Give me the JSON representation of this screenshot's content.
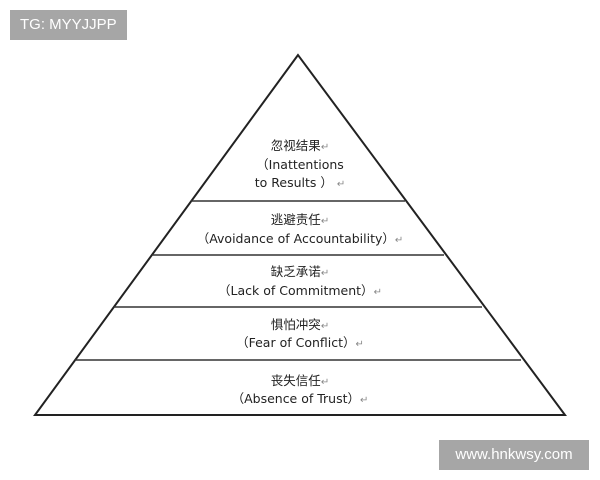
{
  "watermark_top": "TG: MYYJJPP",
  "watermark_bottom": "www.hnkwsy.com",
  "paragraph_mark": "↵",
  "levels": [
    {
      "zh": "忽视结果",
      "en_line1": "（Inattentions",
      "en_line2": "to Results ）"
    },
    {
      "zh": "逃避责任",
      "en": "（Avoidance of Accountability）"
    },
    {
      "zh": "缺乏承诺",
      "en": "（Lack of Commitment）"
    },
    {
      "zh": "惧怕冲突",
      "en": "（Fear of Conflict）"
    },
    {
      "zh": "丧失信任",
      "en": "（Absence of Trust）"
    }
  ]
}
